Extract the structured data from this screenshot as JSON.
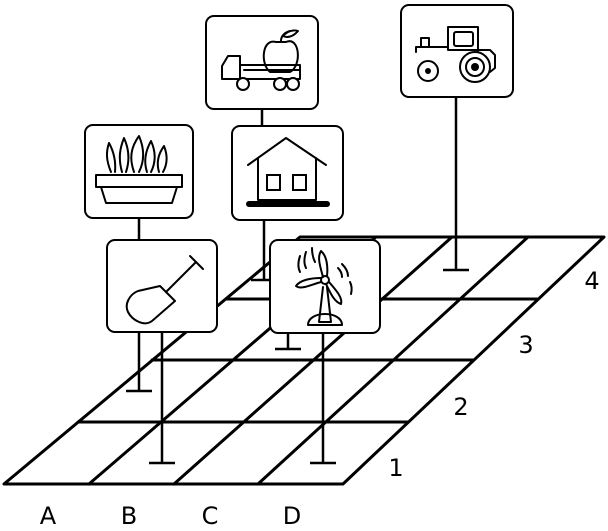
{
  "columns": [
    "A",
    "B",
    "C",
    "D"
  ],
  "rows": [
    "1",
    "2",
    "3",
    "4"
  ],
  "icons": {
    "tractor": "tractor-icon",
    "delivery_truck": "produce-delivery-truck-icon",
    "house": "farmhouse-icon",
    "plant": "potted-plants-icon",
    "shovel": "shovel-icon",
    "wind_turbine": "wind-turbine-icon"
  }
}
